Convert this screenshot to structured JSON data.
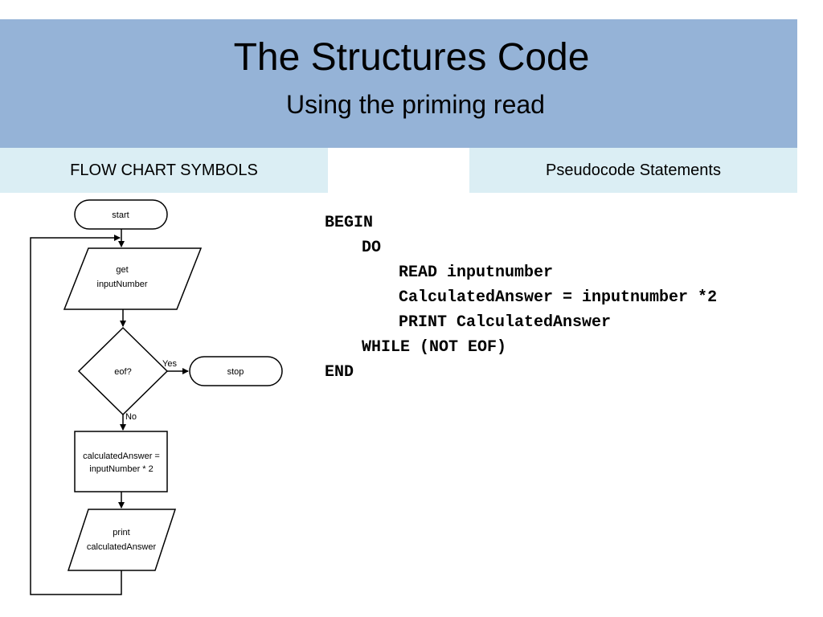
{
  "slide": {
    "title": "The Structures Code",
    "subtitle": "Using the priming read"
  },
  "headers": {
    "left": "FLOW CHART SYMBOLS",
    "right": "Pseudocode Statements"
  },
  "flowchart": {
    "start": "start",
    "input_line1": "get",
    "input_line2": "inputNumber",
    "decision": "eof?",
    "yes_label": "Yes",
    "no_label": "No",
    "stop": "stop",
    "process_line1": "calculatedAnswer =",
    "process_line2": "inputNumber * 2",
    "output_line1": "print",
    "output_line2": "calculatedAnswer"
  },
  "code": {
    "lines": [
      "BEGIN",
      "DO",
      "READ inputnumber",
      "CalculatedAnswer = inputnumber *2",
      "PRINT CalculatedAnswer",
      "WHILE (NOT EOF)",
      "END"
    ]
  }
}
